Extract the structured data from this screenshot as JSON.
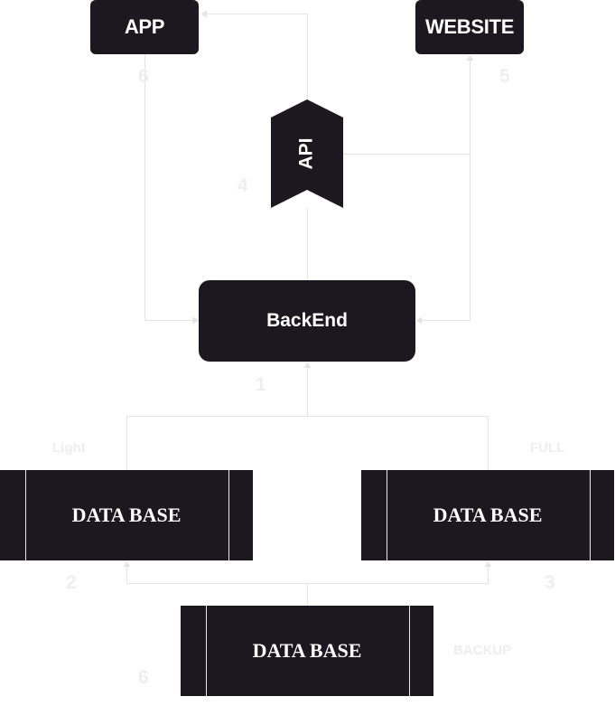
{
  "nodes": {
    "app": "APP",
    "website": "WEBSITE",
    "api": "API",
    "backend": "BackEnd",
    "db_light": "DATA BASE",
    "db_full": "DATA BASE",
    "db_backup": "DATA BASE"
  },
  "labels": {
    "n6_app": "6",
    "n5_website": "5",
    "n4_api": "4",
    "n1_backend": "1",
    "light": "Light",
    "full": "FULL",
    "n2_light": "2",
    "n3_full": "3",
    "backup": "BACKUP",
    "n6_backup": "6"
  },
  "colors": {
    "node_fill": "#1c181f",
    "node_text": "#ffffff",
    "connector": "#e3e3e3",
    "label": "#eeeeee"
  }
}
